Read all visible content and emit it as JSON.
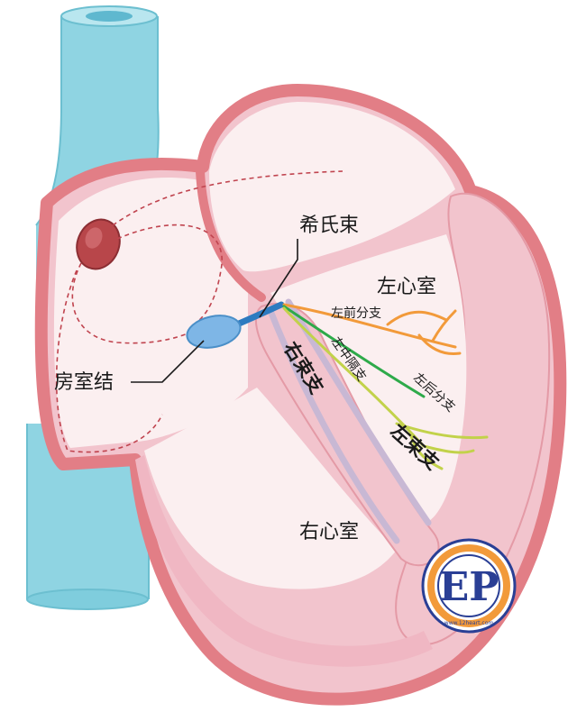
{
  "diagram": {
    "labels": {
      "his_bundle": "希氏束",
      "av_node": "房室结",
      "left_ventricle": "左心室",
      "right_ventricle": "右心室",
      "right_bundle_branch": "右束支",
      "left_bundle_branch": "左束支",
      "left_anterior_fascicle": "左前分支",
      "left_septal_fascicle": "左中隔支",
      "left_posterior_fascicle": "左后分支"
    },
    "logo": {
      "letters": "EP",
      "ring_text": "www.12heart.com"
    },
    "colors": {
      "vessel": "#8fd4e2",
      "heart_wall": "#e27e86",
      "chamber": "#fbeff0",
      "myocardium": "#f2c4cd",
      "his_bundle": "#2d7bc0",
      "av_node": "#7eb6e6",
      "sa_node": "#b8464a",
      "anterior_fascicle": "#f29a3a",
      "septal_fascicle": "#2eaa4a",
      "posterior_fascicle": "#c2d24a",
      "bundle_branch": "#c8b8d4"
    }
  }
}
